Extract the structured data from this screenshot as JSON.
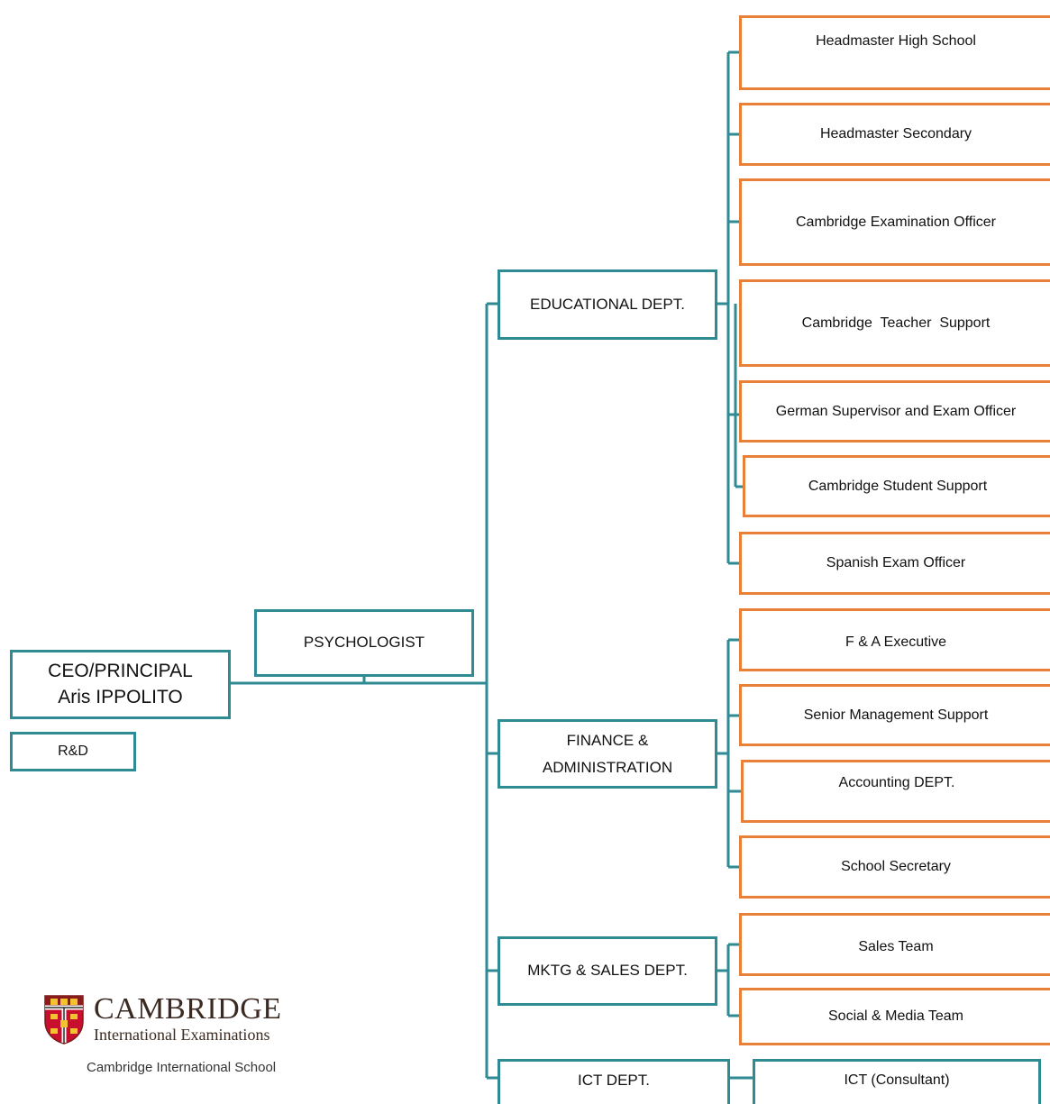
{
  "colors": {
    "teal": "#2e8a93",
    "orange": "#e88038"
  },
  "ceo": {
    "line1": "CEO/PRINCIPAL",
    "line2": "Aris IPPOLITO"
  },
  "rd": "R&D",
  "psychologist": "PSYCHOLOGIST",
  "departments": {
    "educational": {
      "label": "EDUCATIONAL DEPT.",
      "roles": [
        "Headmaster High School",
        "Headmaster Secondary",
        "Cambridge Examination Officer",
        "Cambridge  Teacher  Support",
        "German Supervisor and Exam Officer",
        "Cambridge Student Support",
        "Spanish Exam Officer"
      ]
    },
    "finance": {
      "line1": "FINANCE &",
      "line2": "ADMINISTRATION",
      "roles": [
        "F & A Executive",
        "Senior Management Support",
        "Accounting DEPT.",
        "School Secretary"
      ]
    },
    "marketing": {
      "label": "MKTG & SALES DEPT.",
      "roles": [
        "Sales Team",
        "Social & Media Team"
      ]
    },
    "ict": {
      "label": "ICT DEPT.",
      "roles": [
        "ICT (Consultant)"
      ]
    }
  },
  "logo": {
    "icon": "cambridge-crest-icon",
    "wordmark": "CAMBRIDGE",
    "subtitle": "International Examinations",
    "school": "Cambridge International School"
  }
}
